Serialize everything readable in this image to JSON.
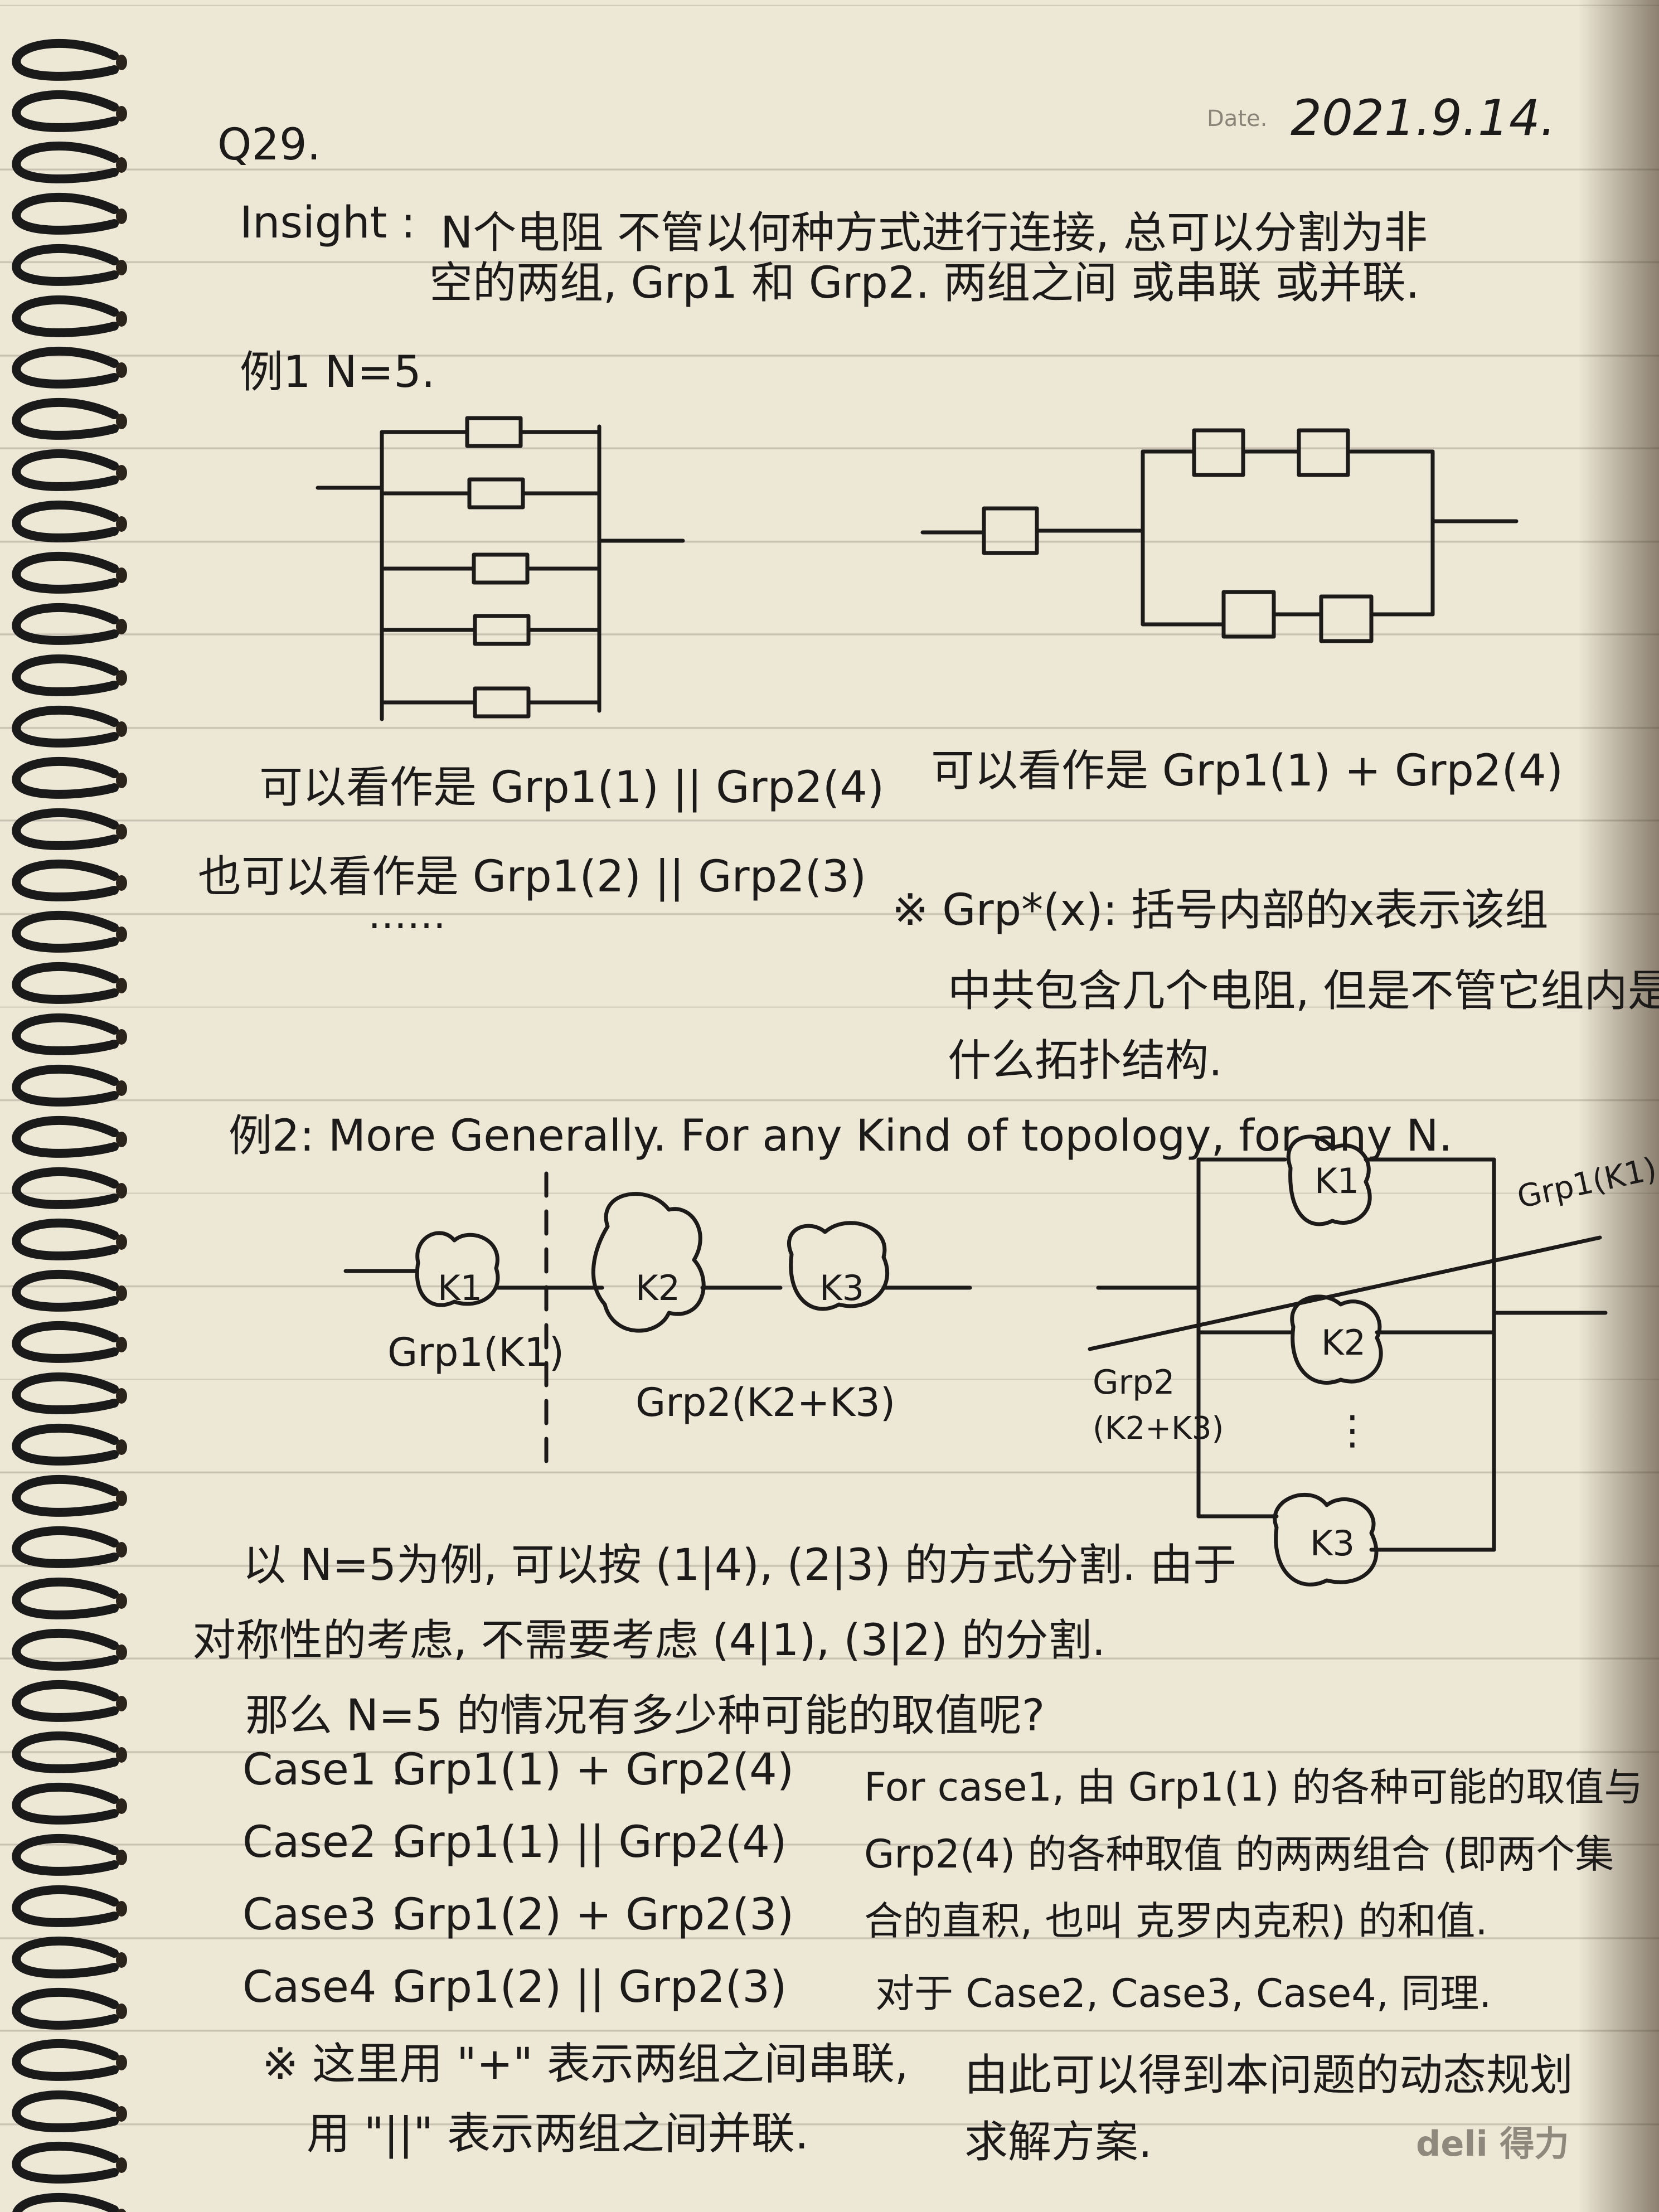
{
  "header": {
    "question_no": "Q29.",
    "date_label": "Date.",
    "date_value": "2021.9.14."
  },
  "insight": {
    "label": "Insight :",
    "line1": "N个电阻 不管以何种方式进行连接, 总可以分割为非",
    "line2": "空的两组, Grp1 和 Grp2. 两组之间 或串联 或并联."
  },
  "example1": {
    "title": "例1 N=5.",
    "left_caption1": "可以看作是 Grp1(1) || Grp2(4)",
    "left_caption2": "也可以看作是 Grp1(2) || Grp2(3)",
    "left_ellipsis": "……",
    "right_caption": "可以看作是 Grp1(1) + Grp2(4)",
    "note_line1": "※ Grp*(x): 括号内部的x表示该组",
    "note_line2": "中共包含几个电阻, 但是不管它组内是",
    "note_line3": "什么拓扑结构."
  },
  "example2": {
    "title": "例2: More Generally. For any Kind of topology, for any N.",
    "k1": "K1",
    "k2": "K2",
    "k3": "K3",
    "grp1_label": "Grp1(K1)",
    "grp2_label": "Grp2(K2+K3)",
    "right_grp1": "Grp1(K1)",
    "right_grp2_line1": "Grp2",
    "right_grp2_line2": "(K2+K3)",
    "right_dots": "⋮"
  },
  "analysis": {
    "line1": "以 N=5为例, 可以按 (1|4), (2|3) 的方式分割. 由于",
    "line2": "对称性的考虑, 不需要考虑 (4|1), (3|2) 的分割.",
    "question": "那么 N=5 的情况有多少种可能的取值呢?"
  },
  "cases": [
    {
      "name": "Case1 :",
      "expr": "Grp1(1) + Grp2(4)"
    },
    {
      "name": "Case2 :",
      "expr": "Grp1(1) || Grp2(4)"
    },
    {
      "name": "Case3 :",
      "expr": "Grp1(2) + Grp2(3)"
    },
    {
      "name": "Case4 :",
      "expr": "Grp1(2) || Grp2(3)"
    }
  ],
  "explain": {
    "line1": "For case1, 由 Grp1(1) 的各种可能的取值与",
    "line2": "Grp2(4) 的各种取值 的两两组合 (即两个集",
    "line3": "合的直积, 也叫 克罗内克积) 的和值.",
    "line4": "对于 Case2, Case3, Case4, 同理."
  },
  "footer_note": {
    "line1": "※ 这里用 \"+\" 表示两组之间串联,",
    "line2": "用 \"||\" 表示两组之间并联."
  },
  "conclusion": {
    "line1": "由此可以得到本问题的动态规划",
    "line2": "求解方案."
  },
  "brand": "deli 得力",
  "colors": {
    "paper": "#ede7d6",
    "ink": "#1d1b1a",
    "rule": "#c9c2b3",
    "spiral": "#1a1a1a"
  }
}
